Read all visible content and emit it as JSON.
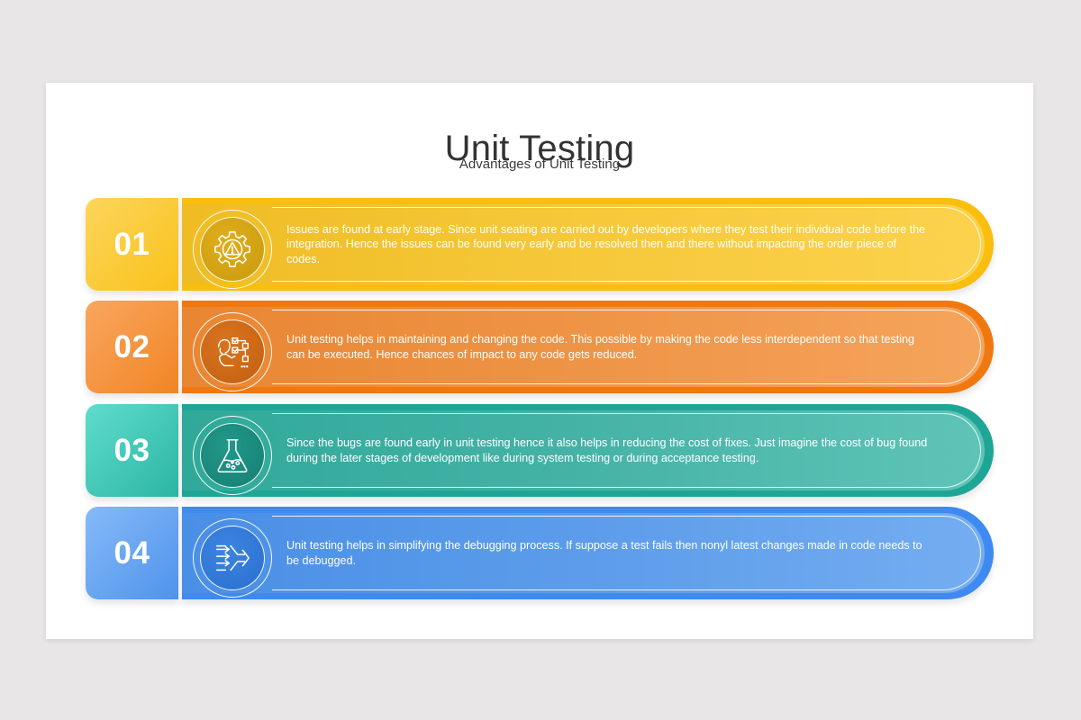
{
  "slide": {
    "title": "Unit Testing",
    "subtitle": "Advantages of Unit Testing"
  },
  "items": [
    {
      "number": "01",
      "icon": "gear-warning-icon",
      "color": "#f9be0e",
      "text": "Issues are found at early stage. Since unit seating are carried out by developers where they test their individual code before the integration. Hence the issues can be found very early and be resolved then and there without impacting the order piece of codes."
    },
    {
      "number": "02",
      "icon": "person-flowchart-icon",
      "color": "#f0780f",
      "text": "Unit testing helps in maintaining and changing the code. This possible by making the code less interdependent so that testing can be executed. Hence chances of impact to any code gets reduced."
    },
    {
      "number": "03",
      "icon": "flask-icon",
      "color": "#1ea596",
      "text": "Since the bugs are found early in unit testing hence it also helps in reducing the cost of fixes. Just imagine the cost of bug found during the later stages of development like during system testing or during acceptance testing."
    },
    {
      "number": "04",
      "icon": "merge-arrows-icon",
      "color": "#3e8af0",
      "text": "Unit testing helps in simplifying the debugging process. If suppose a test fails then nonyl latest changes made in code needs to be debugged."
    }
  ]
}
